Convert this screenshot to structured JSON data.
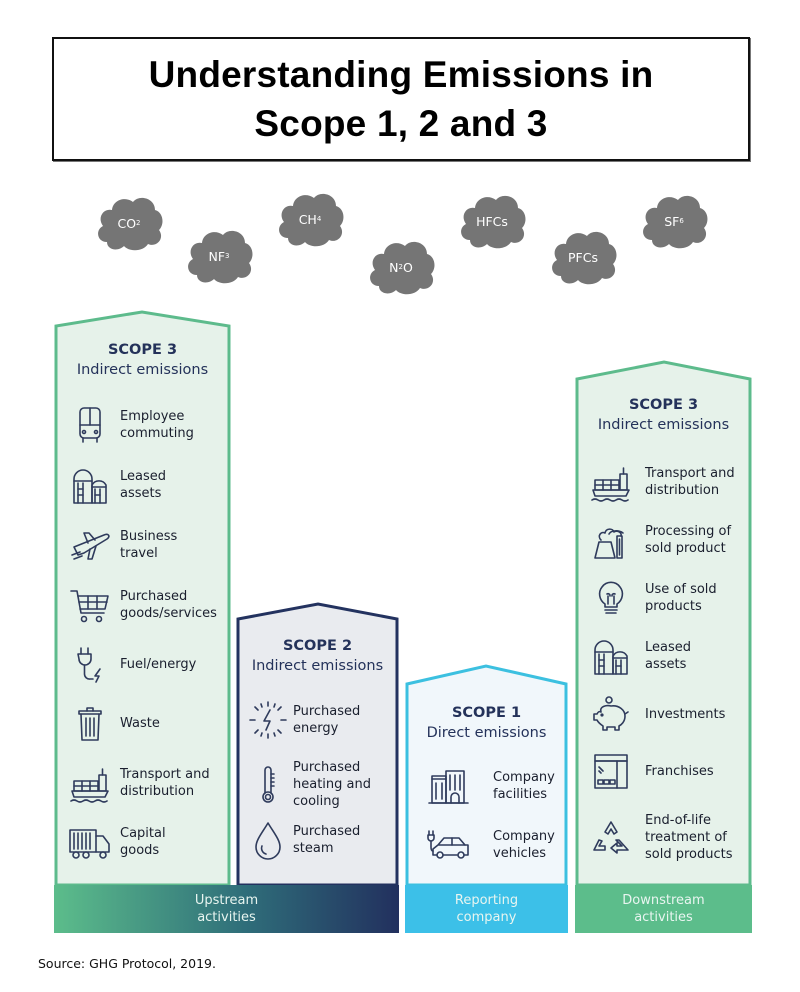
{
  "title": {
    "line1": "Understanding Emissions in",
    "line2": "Scope 1, 2 and 3"
  },
  "gases": [
    {
      "base": "CO",
      "sub": "2",
      "icon": "cloud-icon"
    },
    {
      "base": "NF",
      "sub": "3",
      "icon": "cloud-icon"
    },
    {
      "base": "CH",
      "sub": "4",
      "icon": "cloud-icon"
    },
    {
      "base": "N",
      "sub": "2",
      "tail": "O",
      "icon": "cloud-icon"
    },
    {
      "base": "HFCs",
      "sub": "",
      "icon": "cloud-icon"
    },
    {
      "base": "PFCs",
      "sub": "",
      "icon": "cloud-icon"
    },
    {
      "base": "SF",
      "sub": "6",
      "icon": "cloud-icon"
    }
  ],
  "columns": {
    "upstream_scope3": {
      "title": "SCOPE 3",
      "subtitle": "Indirect emissions",
      "items": [
        {
          "label": "Employee\ncommuting",
          "icon": "bus-icon"
        },
        {
          "label": "Leased\nassets",
          "icon": "silo-icon"
        },
        {
          "label": "Business\ntravel",
          "icon": "airplane-icon"
        },
        {
          "label": "Purchased\ngoods/services",
          "icon": "shopping-cart-icon"
        },
        {
          "label": "Fuel/energy",
          "icon": "plug-icon"
        },
        {
          "label": "Waste",
          "icon": "trash-bin-icon"
        },
        {
          "label": "Transport and\ndistribution",
          "icon": "cargo-ship-icon"
        },
        {
          "label": "Capital\ngoods",
          "icon": "truck-icon"
        }
      ]
    },
    "scope2": {
      "title": "SCOPE 2",
      "subtitle": "Indirect emissions",
      "items": [
        {
          "label": "Purchased\nenergy",
          "icon": "lightning-burst-icon"
        },
        {
          "label": "Purchased\nheating and\ncooling",
          "icon": "thermometer-icon"
        },
        {
          "label": "Purchased\nsteam",
          "icon": "water-drop-icon"
        }
      ]
    },
    "scope1": {
      "title": "SCOPE 1",
      "subtitle": "Direct emissions",
      "items": [
        {
          "label": "Company\nfacilities",
          "icon": "office-building-icon"
        },
        {
          "label": "Company\nvehicles",
          "icon": "electric-car-icon"
        }
      ]
    },
    "downstream_scope3": {
      "title": "SCOPE 3",
      "subtitle": "Indirect emissions",
      "items": [
        {
          "label": "Transport and\ndistribution",
          "icon": "cargo-ship-icon"
        },
        {
          "label": "Processing of\nsold product",
          "icon": "factory-icon"
        },
        {
          "label": "Use of sold\nproducts",
          "icon": "light-bulb-icon"
        },
        {
          "label": "Leased\nassets",
          "icon": "silo-icon"
        },
        {
          "label": "Investments",
          "icon": "piggy-bank-icon"
        },
        {
          "label": "Franchises",
          "icon": "storefront-icon"
        },
        {
          "label": "End-of-life\ntreatment of\nsold products",
          "icon": "recycle-icon"
        }
      ]
    }
  },
  "banners": {
    "upstream": "Upstream\nactivities",
    "reporting": "Reporting\ncompany",
    "downstream": "Downstream\nactivities"
  },
  "colors": {
    "scope3_border": "#5dbb8c",
    "scope3_fill": "#e6f2ea",
    "scope2_border": "#23325f",
    "scope2_fill": "#e9ebef",
    "scope1_border": "#3cc0e0",
    "scope1_fill": "#f1f7fb",
    "upstream_banner_start": "#5cbd8b",
    "upstream_banner_end": "#23325f",
    "reporting_banner": "#3cc0e8",
    "downstream_banner": "#5cbd8b",
    "cloud": "#757575",
    "icon_stroke": "#2f3b5c"
  },
  "source": "Source: GHG Protocol, 2019."
}
